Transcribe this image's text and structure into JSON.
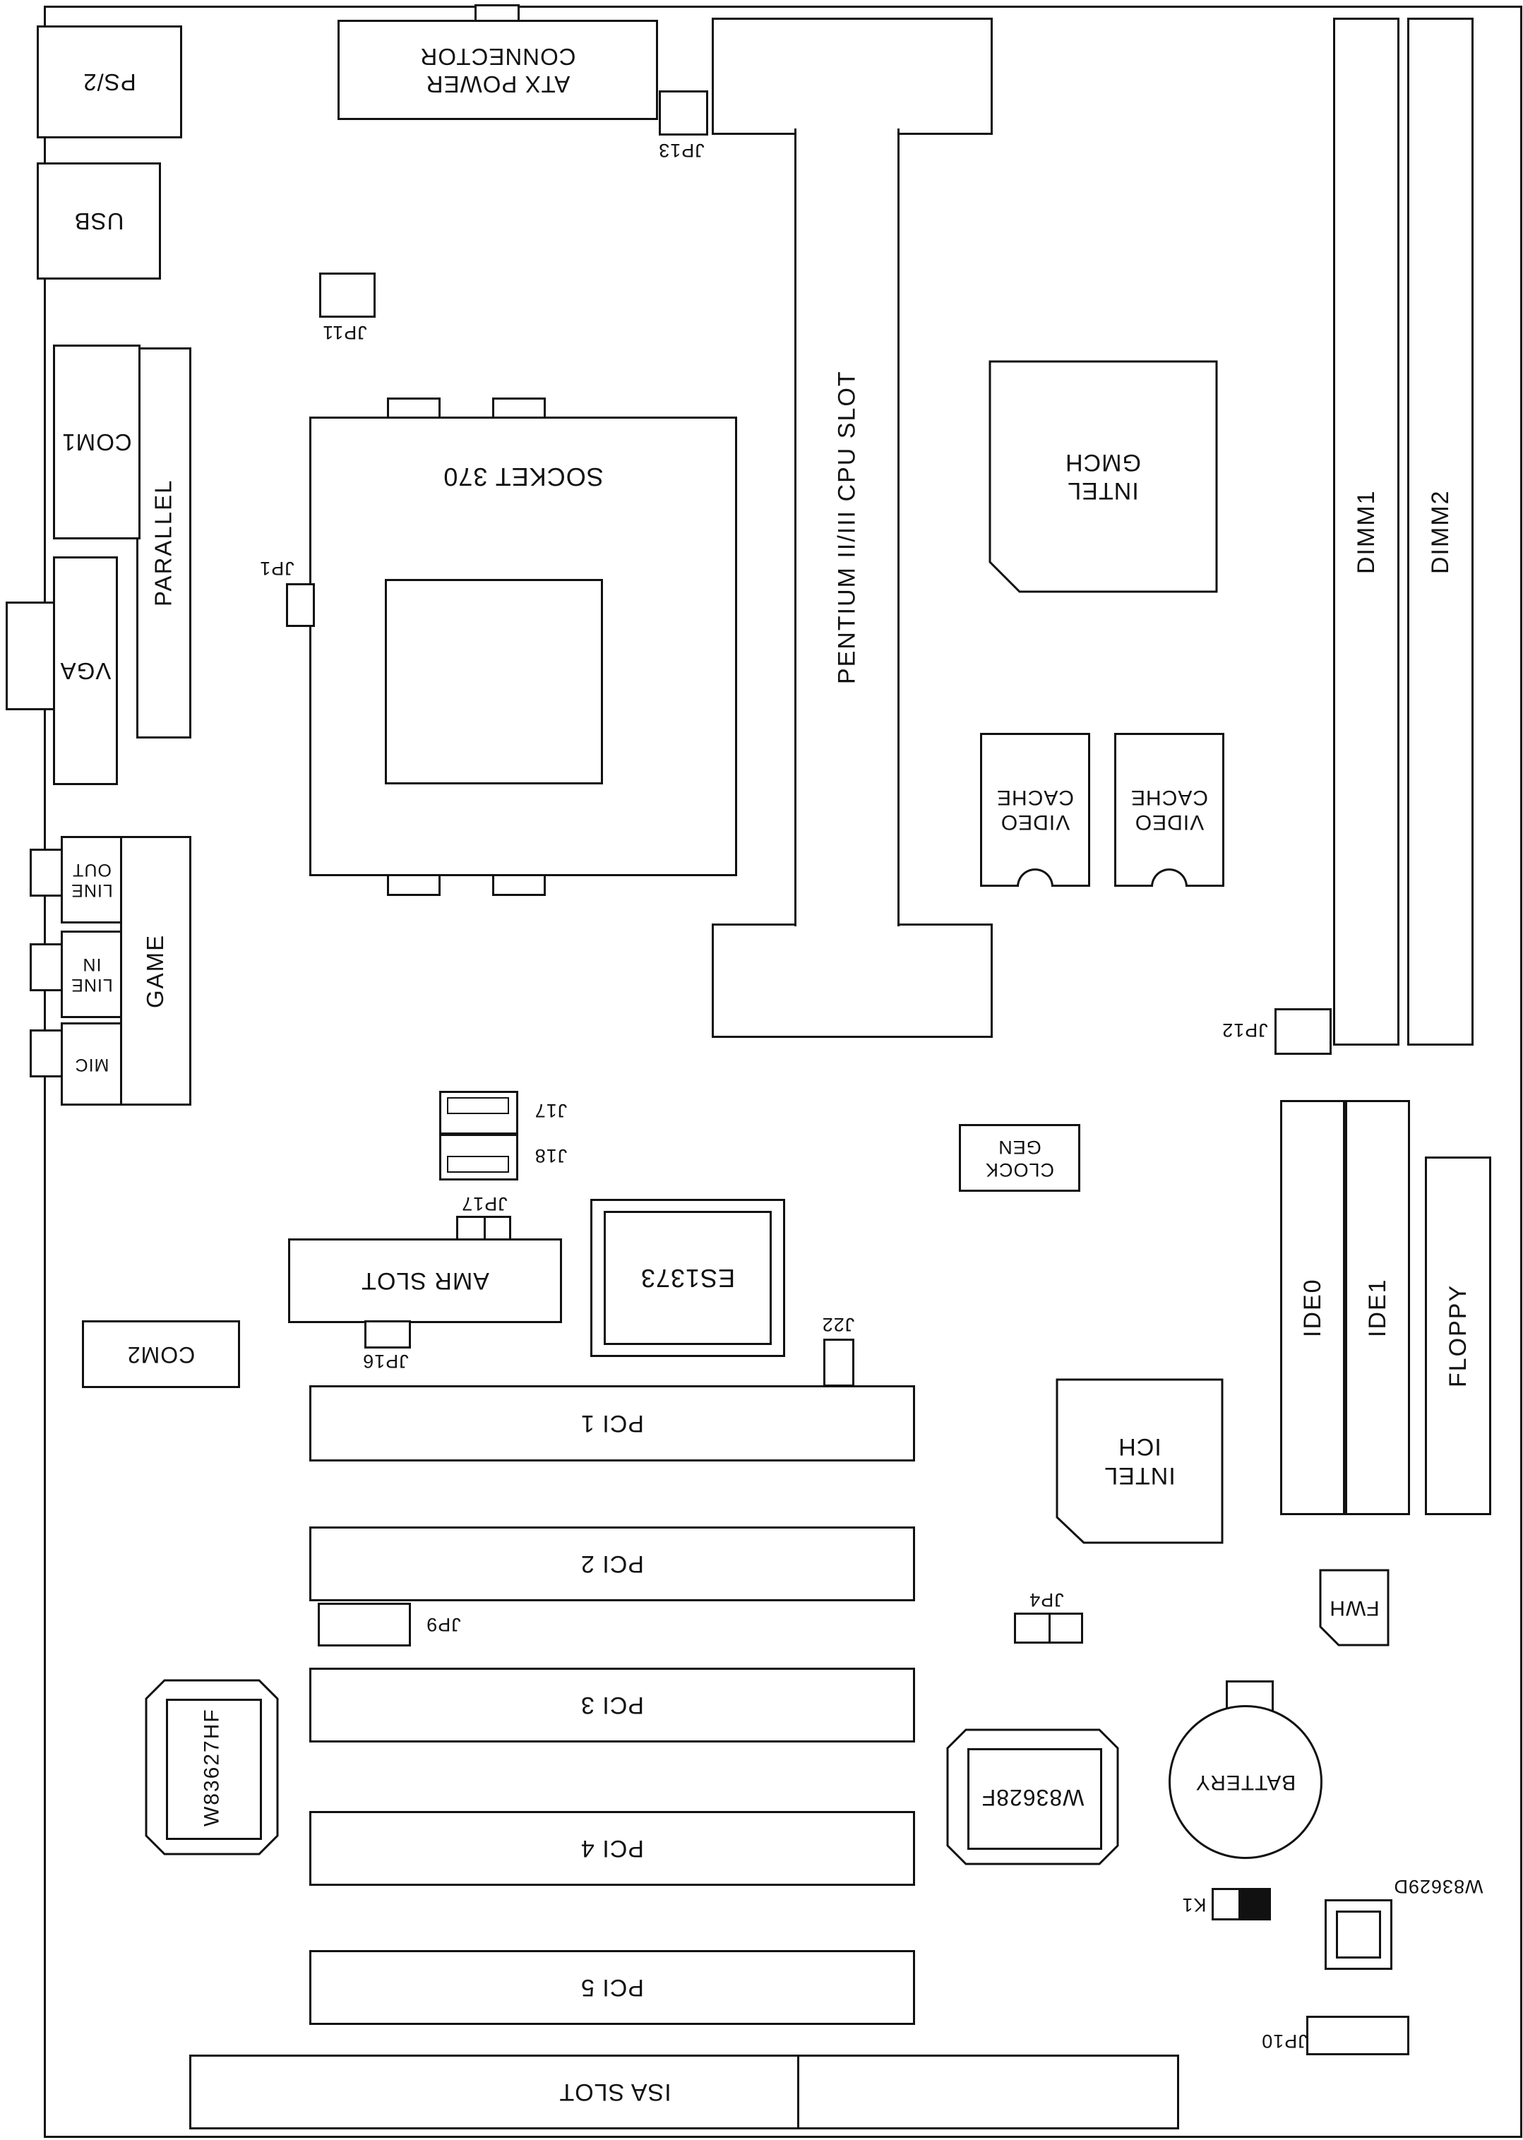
{
  "diagram": {
    "rear_ports": {
      "ps2": "PS/2",
      "usb": "USB",
      "com1": "COM1",
      "parallel": "PARALLEL",
      "vga": "VGA",
      "line_out": "LINE OUT",
      "line_in": "LINE IN",
      "mic": "MIC",
      "game": "GAME"
    },
    "power": {
      "atx_connector": "ATX POWER CONNECTOR"
    },
    "cpu": {
      "socket_370": "SOCKET 370",
      "cpu_slot": "PENTIUM II/III CPU SLOT"
    },
    "memory": {
      "dimm1": "DIMM1",
      "dimm2": "DIMM2"
    },
    "chipset": {
      "gmch": "INTEL GMCH",
      "ich": "INTEL ICH",
      "fwh": "FWH",
      "clock_gen": "CLOCK GEN"
    },
    "video": {
      "cache1": "VIDEO CACHE",
      "cache2": "VIDEO CACHE"
    },
    "audio": {
      "es1373": "ES1373"
    },
    "io_chips": {
      "w83627hf": "W83627HF",
      "w83628f": "W83628F",
      "w83629d": "W83629D"
    },
    "storage": {
      "ide0": "IDE0",
      "ide1": "IDE1",
      "floppy": "FLOPPY"
    },
    "expansion": {
      "amr": "AMR SLOT",
      "pci1": "PCI 1",
      "pci2": "PCI 2",
      "pci3": "PCI 3",
      "pci4": "PCI 4",
      "pci5": "PCI 5",
      "isa": "ISA SLOT"
    },
    "serial": {
      "com2": "COM2"
    },
    "battery": "BATTERY",
    "jumpers": {
      "jp1": "JP1",
      "jp4": "JP4",
      "jp9": "JP9",
      "jp10": "JP10",
      "jp11": "JP11",
      "jp12": "JP12",
      "jp13": "JP13",
      "jp16": "JP16",
      "jp17": "JP17",
      "j17": "J17",
      "j18": "J18",
      "j22": "J22",
      "k1": "K1"
    }
  },
  "colors": {
    "line": "#111111",
    "background": "#ffffff"
  }
}
